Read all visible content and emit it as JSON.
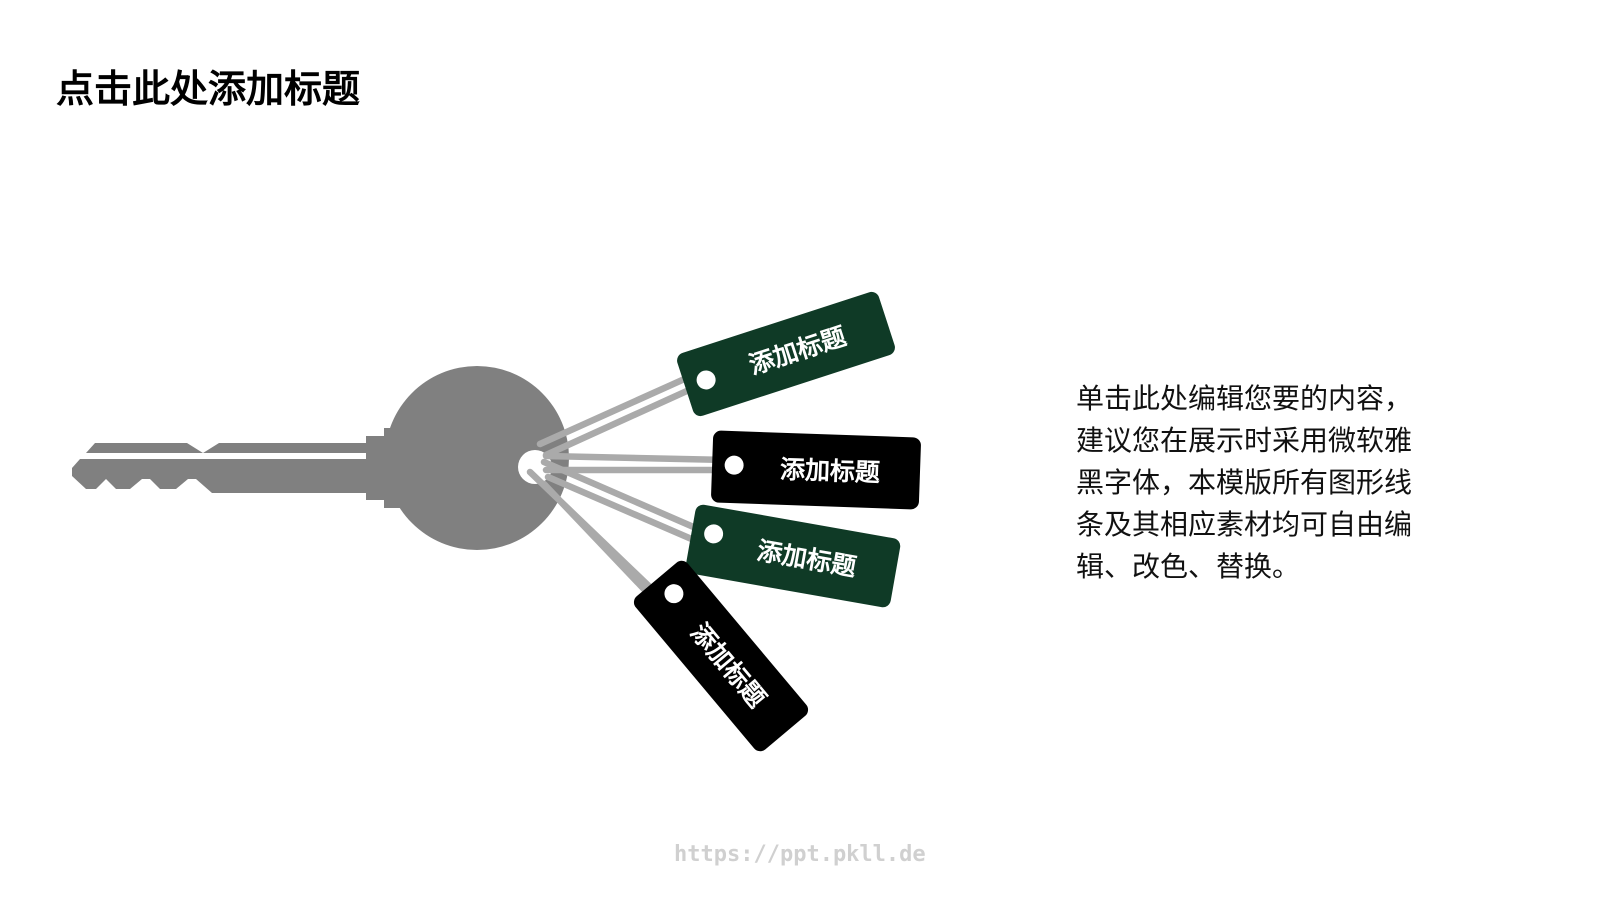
{
  "slide": {
    "title": "点击此处添加标题",
    "body_lines": [
      "单击此处编辑您要的内容，",
      "建议您在展示时采用微软雅",
      "黑字体，本模版所有图形线",
      "条及其相应素材均可自由编",
      "辑、改色、替换。"
    ],
    "watermark": "https://ppt.pkll.de"
  },
  "illustration": {
    "type": "key-with-tags",
    "key_icon": "key-icon",
    "key_color": "#808080",
    "string_color": "#aaaaaa",
    "tags": [
      {
        "label": "添加标题",
        "color": "#0f3a26"
      },
      {
        "label": "添加标题",
        "color": "#000000"
      },
      {
        "label": "添加标题",
        "color": "#0f3a26"
      },
      {
        "label": "添加标题",
        "color": "#000000"
      }
    ]
  },
  "colors": {
    "background": "#ffffff",
    "title": "#000000",
    "body_text": "#111111",
    "accent_green": "#0f3a26",
    "accent_black": "#000000",
    "key_gray": "#808080",
    "string_gray": "#aaaaaa",
    "watermark": "#d0d0d0"
  }
}
